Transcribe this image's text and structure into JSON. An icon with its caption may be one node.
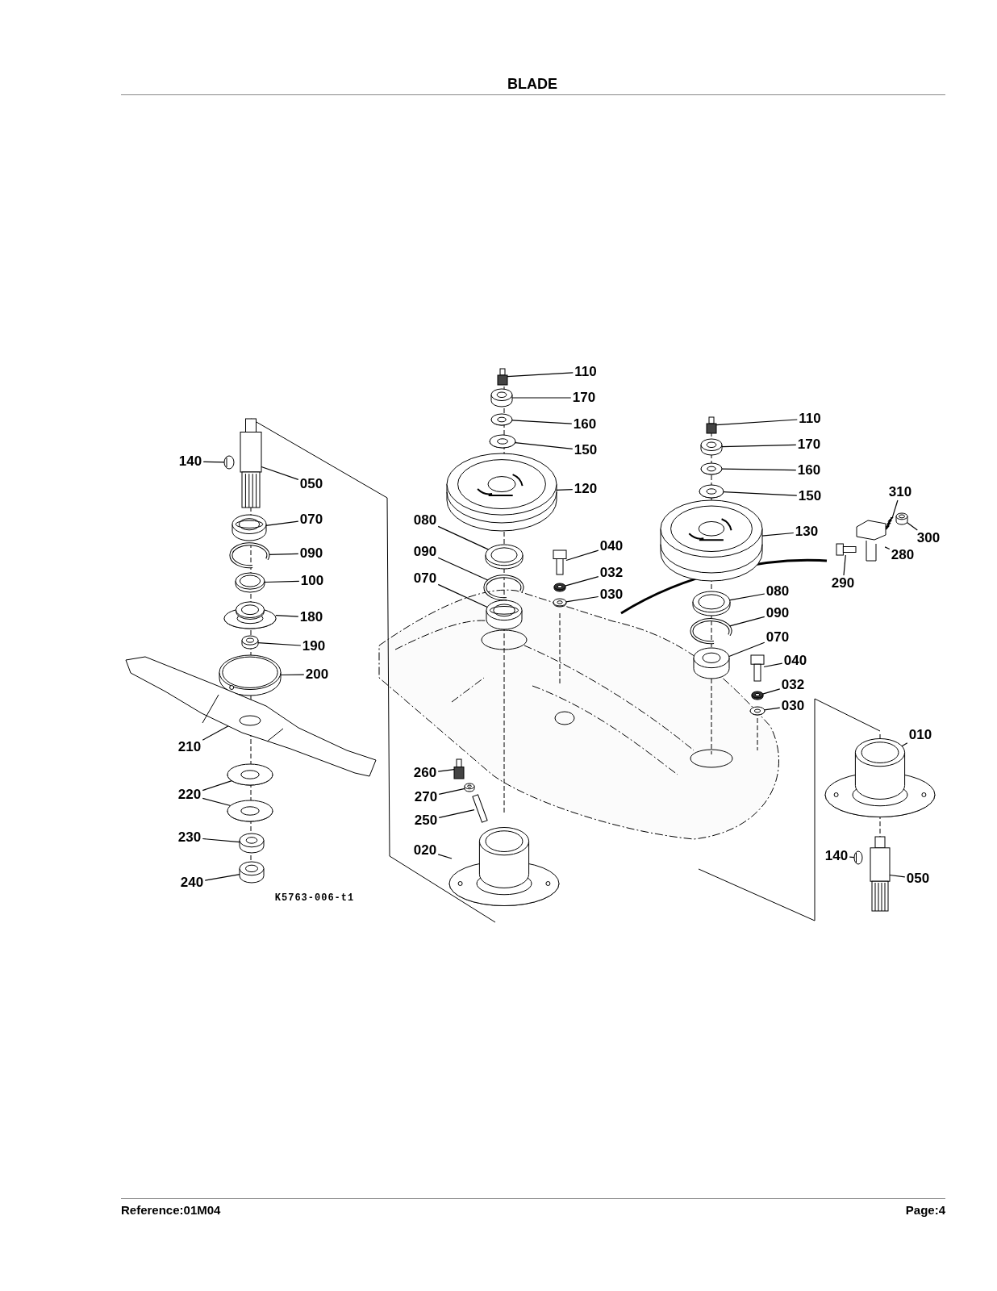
{
  "diagram": {
    "title": "BLADE",
    "nodes": [
      {
        "text": [
          "140"
        ]
      },
      {
        "text": [],
        "shape": "picture"
      },
      {
        "text": [
          "050"
        ]
      },
      {
        "text": [],
        "shape": "picture"
      },
      {
        "text": [
          "070"
        ]
      },
      {
        "text": [],
        "shape": "picture"
      },
      {
        "text": [
          "090"
        ]
      },
      {
        "text": [],
        "shape": "picture"
      },
      {
        "text": [
          "100"
        ]
      },
      {
        "text": [],
        "shape": "picture"
      },
      {
        "text": [
          "180"
        ]
      },
      {
        "text": [],
        "shape": "picture"
      },
      {
        "text": [
          "190"
        ]
      },
      {
        "text": [],
        "shape": "picture"
      },
      {
        "text": [
          "200"
        ]
      },
      {
        "text": [],
        "shape": "picture"
      },
      {
        "text": [
          "210"
        ]
      },
      {
        "text": [],
        "shape": "picture"
      },
      {
        "text": [
          "220"
        ]
      },
      {
        "text": [],
        "shape": "picture"
      },
      {
        "text": [],
        "shape": "picture"
      },
      {
        "text": [
          "230"
        ]
      },
      {
        "text": [],
        "shape": "picture"
      },
      {
        "text": [
          "240"
        ]
      },
      {
        "text": [],
        "shape": "cylinder"
      },
      {
        "text": [
          "110"
        ]
      },
      {
        "text": [],
        "shape": "box"
      },
      {
        "text": [
          "170"
        ]
      },
      {
        "text": [],
        "shape": "picture"
      },
      {
        "text": [
          "160"
        ]
      },
      {
        "text": [],
        "shape": "picture"
      },
      {
        "text": [
          "150"
        ]
      },
      {
        "text": [],
        "shape": "picture"
      },
      {
        "text": [
          "120"
        ]
      },
      {
        "text": [],
        "shape": "picture"
      },
      {
        "text": [
          "080"
        ]
      },
      {
        "text": [],
        "shape": "picture"
      },
      {
        "text": [
          "090"
        ]
      },
      {
        "text": [],
        "shape": "picture"
      },
      {
        "text": [
          "070"
        ]
      },
      {
        "text": [],
        "shape": "picture"
      },
      {
        "text": [
          "040"
        ]
      },
      {
        "text": [],
        "shape": "picture"
      },
      {
        "text": [
          "032"
        ]
      },
      {
        "text": [],
        "shape": "picture"
      },
      {
        "text": [
          "030"
        ]
      },
      {
        "text": [],
        "shape": "picture"
      },
      {
        "text": [
          "260"
        ]
      },
      {
        "text": [],
        "shape": "box"
      },
      {
        "text": [
          "270"
        ]
      },
      {
        "text": [],
        "shape": "picture"
      },
      {
        "text": [
          "250"
        ]
      },
      {
        "text": [],
        "shape": "bar"
      },
      {
        "text": [
          "020"
        ]
      },
      {
        "text": [],
        "shape": "picture"
      },
      {
        "text": [
          "110"
        ]
      },
      {
        "text": [],
        "shape": "box"
      },
      {
        "text": [
          "170"
        ]
      },
      {
        "text": [],
        "shape": "picture"
      },
      {
        "text": [
          "160"
        ]
      },
      {
        "text": [],
        "shape": "picture"
      },
      {
        "text": [
          "150"
        ]
      },
      {
        "text": [],
        "shape": "picture"
      },
      {
        "text": [
          "130"
        ]
      },
      {
        "text": [],
        "shape": "picture"
      },
      {
        "text": [
          "310"
        ]
      },
      {
        "text": [],
        "shape": "picture"
      },
      {
        "text": [
          "300"
        ]
      },
      {
        "text": [],
        "shape": "cylinder"
      },
      {
        "text": [
          "280"
        ]
      },
      {
        "text": [],
        "shape": "picture"
      },
      {
        "text": [
          "290"
        ]
      },
      {
        "text": [],
        "shape": "picture"
      },
      {
        "text": [
          "080"
        ]
      },
      {
        "text": [],
        "shape": "picture"
      },
      {
        "text": [
          "090"
        ]
      },
      {
        "text": [],
        "shape": "picture"
      },
      {
        "text": [
          "070"
        ]
      },
      {
        "text": [],
        "shape": "cylinder"
      },
      {
        "text": [
          "040"
        ]
      },
      {
        "text": [],
        "shape": "picture"
      },
      {
        "text": [
          "032"
        ]
      },
      {
        "text": [],
        "shape": "picture"
      },
      {
        "text": [
          "030"
        ]
      },
      {
        "text": [],
        "shape": "picture"
      },
      {
        "text": [
          "010"
        ]
      },
      {
        "text": [],
        "shape": "picture"
      },
      {
        "text": [
          "140"
        ]
      },
      {
        "text": [],
        "shape": "picture"
      },
      {
        "text": [
          "050"
        ]
      },
      {
        "text": [],
        "shape": "picture"
      }
    ],
    "edges": [
      {
        "from": 0,
        "to": 1,
        "arrow": "none"
      },
      {
        "from": 2,
        "to": 3,
        "arrow": "none"
      },
      {
        "from": 4,
        "to": 5,
        "arrow": "none"
      },
      {
        "from": 6,
        "to": 7,
        "arrow": "none"
      },
      {
        "from": 8,
        "to": 9,
        "arrow": "none"
      },
      {
        "from": 10,
        "to": 11,
        "arrow": "none"
      },
      {
        "from": 12,
        "to": 13,
        "arrow": "none"
      },
      {
        "from": 14,
        "to": 15,
        "arrow": "none"
      },
      {
        "from": 16,
        "to": 17,
        "arrow": "none"
      },
      {
        "from": 18,
        "to": 19,
        "arrow": "none"
      },
      {
        "from": 18,
        "to": 20,
        "arrow": "none"
      },
      {
        "from": 21,
        "to": 22,
        "arrow": "none"
      },
      {
        "from": 23,
        "to": 24,
        "arrow": "none"
      },
      {
        "from": 25,
        "to": 26,
        "arrow": "none"
      },
      {
        "from": 27,
        "to": 28,
        "arrow": "none"
      },
      {
        "from": 29,
        "to": 30,
        "arrow": "none"
      },
      {
        "from": 31,
        "to": 32,
        "arrow": "none"
      },
      {
        "from": 33,
        "to": 34,
        "arrow": "none"
      },
      {
        "from": 35,
        "to": 36,
        "arrow": "none"
      },
      {
        "from": 37,
        "to": 38,
        "arrow": "none"
      },
      {
        "from": 39,
        "to": 40,
        "arrow": "none"
      },
      {
        "from": 41,
        "to": 42,
        "arrow": "none"
      },
      {
        "from": 43,
        "to": 44,
        "arrow": "none"
      },
      {
        "from": 45,
        "to": 46,
        "arrow": "none"
      },
      {
        "from": 47,
        "to": 48,
        "arrow": "none"
      },
      {
        "from": 49,
        "to": 50,
        "arrow": "none"
      },
      {
        "from": 51,
        "to": 52,
        "arrow": "none"
      },
      {
        "from": 53,
        "to": 54,
        "arrow": "none"
      },
      {
        "from": 55,
        "to": 56,
        "arrow": "none"
      },
      {
        "from": 57,
        "to": 58,
        "arrow": "none"
      },
      {
        "from": 59,
        "to": 60,
        "arrow": "none"
      },
      {
        "from": 61,
        "to": 62,
        "arrow": "none"
      },
      {
        "from": 63,
        "to": 64,
        "arrow": "none"
      },
      {
        "from": 65,
        "to": 66,
        "arrow": "none"
      },
      {
        "from": 67,
        "to": 68,
        "arrow": "none"
      },
      {
        "from": 69,
        "to": 70,
        "arrow": "none"
      },
      {
        "from": 71,
        "to": 72,
        "arrow": "none"
      },
      {
        "from": 73,
        "to": 74,
        "arrow": "none"
      },
      {
        "from": 75,
        "to": 76,
        "arrow": "none"
      },
      {
        "from": 77,
        "to": 78,
        "arrow": "none"
      },
      {
        "from": 79,
        "to": 80,
        "arrow": "none"
      },
      {
        "from": 81,
        "to": 82,
        "arrow": "none"
      },
      {
        "from": 83,
        "to": 84,
        "arrow": "none"
      },
      {
        "from": 85,
        "to": 86,
        "arrow": "none"
      },
      {
        "from": 87,
        "to": 88,
        "arrow": "none"
      },
      {
        "from": 89,
        "to": 90,
        "arrow": "none"
      }
    ],
    "labels": [
      "K5763-006-t1",
      "Reference:01M04",
      "Page:4"
    ]
  }
}
